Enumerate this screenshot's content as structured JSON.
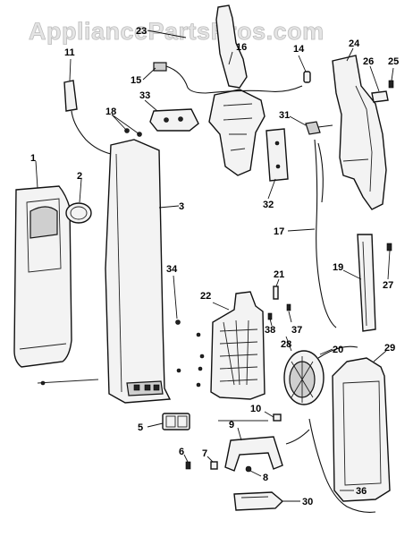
{
  "watermark": "AppliancePartsPros.com",
  "labels": [
    {
      "id": "1",
      "text": "1"
    },
    {
      "id": "2",
      "text": "2"
    },
    {
      "id": "3",
      "text": "3"
    },
    {
      "id": "5",
      "text": "5"
    },
    {
      "id": "6",
      "text": "6"
    },
    {
      "id": "7",
      "text": "7"
    },
    {
      "id": "8",
      "text": "8"
    },
    {
      "id": "9",
      "text": "9"
    },
    {
      "id": "10",
      "text": "10"
    },
    {
      "id": "11",
      "text": "11"
    },
    {
      "id": "14",
      "text": "14"
    },
    {
      "id": "15",
      "text": "15"
    },
    {
      "id": "16",
      "text": "16"
    },
    {
      "id": "17",
      "text": "17"
    },
    {
      "id": "18",
      "text": "18"
    },
    {
      "id": "19",
      "text": "19"
    },
    {
      "id": "20",
      "text": "20"
    },
    {
      "id": "21",
      "text": "21"
    },
    {
      "id": "22",
      "text": "22"
    },
    {
      "id": "23",
      "text": "23"
    },
    {
      "id": "24",
      "text": "24"
    },
    {
      "id": "25",
      "text": "25"
    },
    {
      "id": "26",
      "text": "26"
    },
    {
      "id": "27",
      "text": "27"
    },
    {
      "id": "28",
      "text": "28"
    },
    {
      "id": "29",
      "text": "29"
    },
    {
      "id": "30",
      "text": "30"
    },
    {
      "id": "31",
      "text": "31"
    },
    {
      "id": "32",
      "text": "32"
    },
    {
      "id": "33",
      "text": "33"
    },
    {
      "id": "34",
      "text": "34"
    },
    {
      "id": "36",
      "text": "36"
    },
    {
      "id": "37",
      "text": "37"
    },
    {
      "id": "38",
      "text": "38"
    }
  ]
}
